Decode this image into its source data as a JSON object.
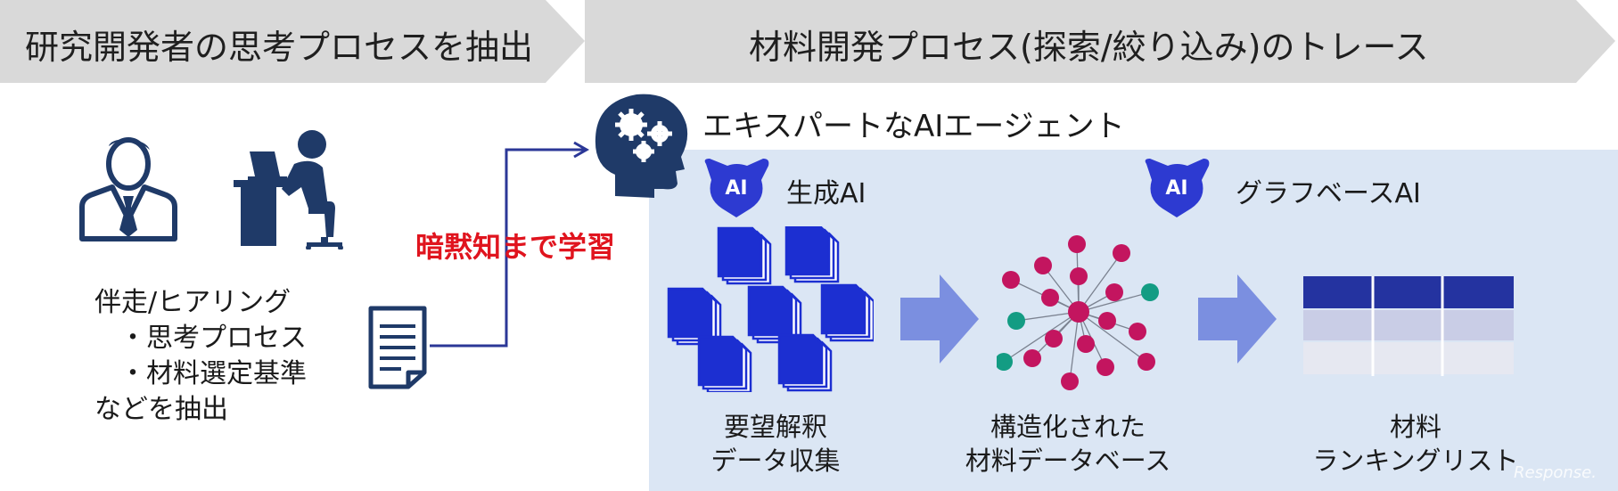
{
  "banners": {
    "left": "研究開発者の思考プロセスを抽出",
    "right": "材料開発プロセス(探索/絞り込み)のトレース"
  },
  "left_section": {
    "lines": [
      "伴走/ヒアリング",
      "・思考プロセス",
      "・材料選定基準",
      "などを抽出"
    ]
  },
  "arrow_label": "暗黙知まで学習",
  "agent": {
    "title": "エキスパートなAIエージェント"
  },
  "gen_ai": {
    "badge": "AI",
    "label": "生成AI"
  },
  "graph_ai": {
    "badge": "AI",
    "label": "グラフベースAI"
  },
  "captions": {
    "step1": [
      "要望解釈",
      "データ収集"
    ],
    "step2": [
      "構造化された",
      "材料データベース"
    ],
    "step3": [
      "材料",
      "ランキングリスト"
    ]
  },
  "watermark": "Response.",
  "colors": {
    "banner": "#d9d9d9",
    "navy": "#1f3a68",
    "doc_blue": "#1c2fd1",
    "panel": "#dbe6f4",
    "big_arrow": "#7b8fe0",
    "magenta": "#c3155f",
    "teal": "#139c83",
    "red_text": "#e0141e",
    "table_dark": "#2433a0",
    "table_mid": "#c9cde6",
    "table_light": "#e6e8f1"
  },
  "icons": {
    "businessman": "businessman-icon",
    "worker": "desk-worker-icon",
    "document": "document-icon",
    "brain": "brain-gears-icon",
    "ai_badge": "ai-badge-icon",
    "documents": "document-stack-icon",
    "network": "network-graph-icon",
    "table": "ranking-table-icon"
  }
}
